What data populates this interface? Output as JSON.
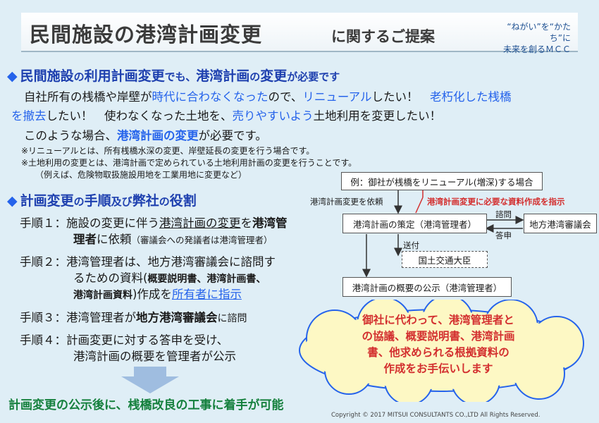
{
  "header": {
    "title": "民間施設の港湾計画変更",
    "subtitle": "に関するご提案",
    "tagline_line1": "“ねがい”を“かたち”に",
    "tagline_line2": "未来を創るＭＣＣ"
  },
  "section1": {
    "heading_a": "民間施設",
    "heading_b": "の",
    "heading_c": "利用計画変更",
    "heading_d": "でも、",
    "heading_e": "港湾計画",
    "heading_f": "の",
    "heading_g": "変更",
    "heading_h": "が",
    "heading_i": "必要です",
    "line1_a": "自社所有の桟橋や岸壁が",
    "line1_b": "時代に合わなくなった",
    "line1_c": "ので、",
    "line1_d": "リニューアル",
    "line1_e": "したい！　",
    "line1_f": "老朽化した桟橋",
    "line2_a": "を撤去",
    "line2_b": "したい！　使わなくなった土地を、",
    "line2_c": "売りやすいよう",
    "line2_d": "土地利用を変更したい！",
    "line3_a": "このような場合、",
    "line3_b": "港湾計画の変更",
    "line3_c": "が必要です。",
    "note1": "※リニューアルとは、所有桟橋水深の変更、岸壁延長の変更を行う場合です。",
    "note2": "※土地利用の変更とは、港湾計画で定められている土地利用計画の変更を行うことです。",
    "note3": "（例えば、危険物取扱施設用地を工業用地に変更など）"
  },
  "section2": {
    "heading_a": "計画変更",
    "heading_b": "の",
    "heading_c": "手順",
    "heading_d": "及び",
    "heading_e": "弊社",
    "heading_f": "の",
    "heading_g": "役割"
  },
  "steps": {
    "s1_label": "手順１：",
    "s1_a": "施設の変更に伴う",
    "s1_b": "港湾計画の変更",
    "s1_c": "を",
    "s1_d": "港湾管",
    "s1_e": "理者",
    "s1_f": "に依頼",
    "s1_g": "（審議会への発議者は港湾管理者）",
    "s2_label": "手順２：",
    "s2_a": "港湾管理者は、地方港湾審議会に諮問す",
    "s2_b": "るための資料(",
    "s2_c": "概要説明書、港湾計画書、",
    "s2_d": "港湾計画資料",
    "s2_e": ")作成を",
    "s2_f": "所有者に指示",
    "s3_label": "手順３：",
    "s3_a": "港湾管理者が",
    "s3_b": "地方港湾審議会",
    "s3_c": "に諮問",
    "s4_label": "手順４：",
    "s4_a": "計画変更に対する答申を受け、",
    "s4_b": "港湾計画の概要を管理者が公示"
  },
  "flow": {
    "top_box": "例：御社が桟橋をリニューアル(増深)する場合",
    "request_label": "港湾計画変更を依頼",
    "instruct_label": "港湾計画変更に必要な資料作成を指示",
    "formulate_box": "港湾計画の策定（港湾管理者）",
    "council_box": "地方港湾審議会",
    "consult_label": "諮問",
    "answer_label": "答申",
    "send_label": "送付",
    "ministry_box": "国土交通大臣",
    "announce_box": "港湾計画の概要の公示（港湾管理者）"
  },
  "cloud": {
    "line1": "御社に代わって、港湾管理者と",
    "line2": "の協議、概要説明書、港湾計画",
    "line3": "書、他求められる根拠資料の",
    "line4": "作成をお手伝いします"
  },
  "conclusion": "計画変更の公示後に、桟橋改良の工事に着手が可能",
  "copyright": "Copyright © 2017 MITSUI CONSULTANTS CO.,LTD All Rights Reserved.",
  "colors": {
    "background": "#dfeef6",
    "heading_blue": "#1e40af",
    "highlight_blue": "#2563eb",
    "accent_red": "#d32f2f",
    "conclusion_green": "#15803d",
    "cloud_fill": "#fdf8c4"
  }
}
